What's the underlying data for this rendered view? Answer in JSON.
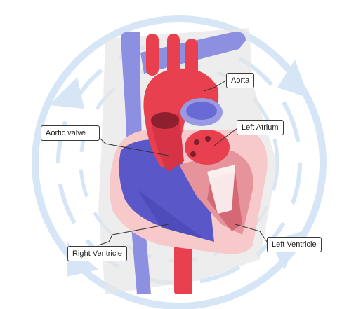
{
  "diagram": {
    "labels": {
      "aorta": "Aorta",
      "left_atrium": "Left Atrium",
      "aortic_valve": "Aortic valve",
      "right_ventricle": "Right Ventricle",
      "left_ventricle": "Left Ventricle"
    },
    "colors": {
      "red": "#e8404e",
      "dark_red": "#b02a3a",
      "blue": "#6a6ad6",
      "light_blue": "#9a9ae2",
      "pink": "#f7c9cb",
      "watermark": "#d6e6f7"
    },
    "watermark_icon": "circular-arrows-logo"
  }
}
